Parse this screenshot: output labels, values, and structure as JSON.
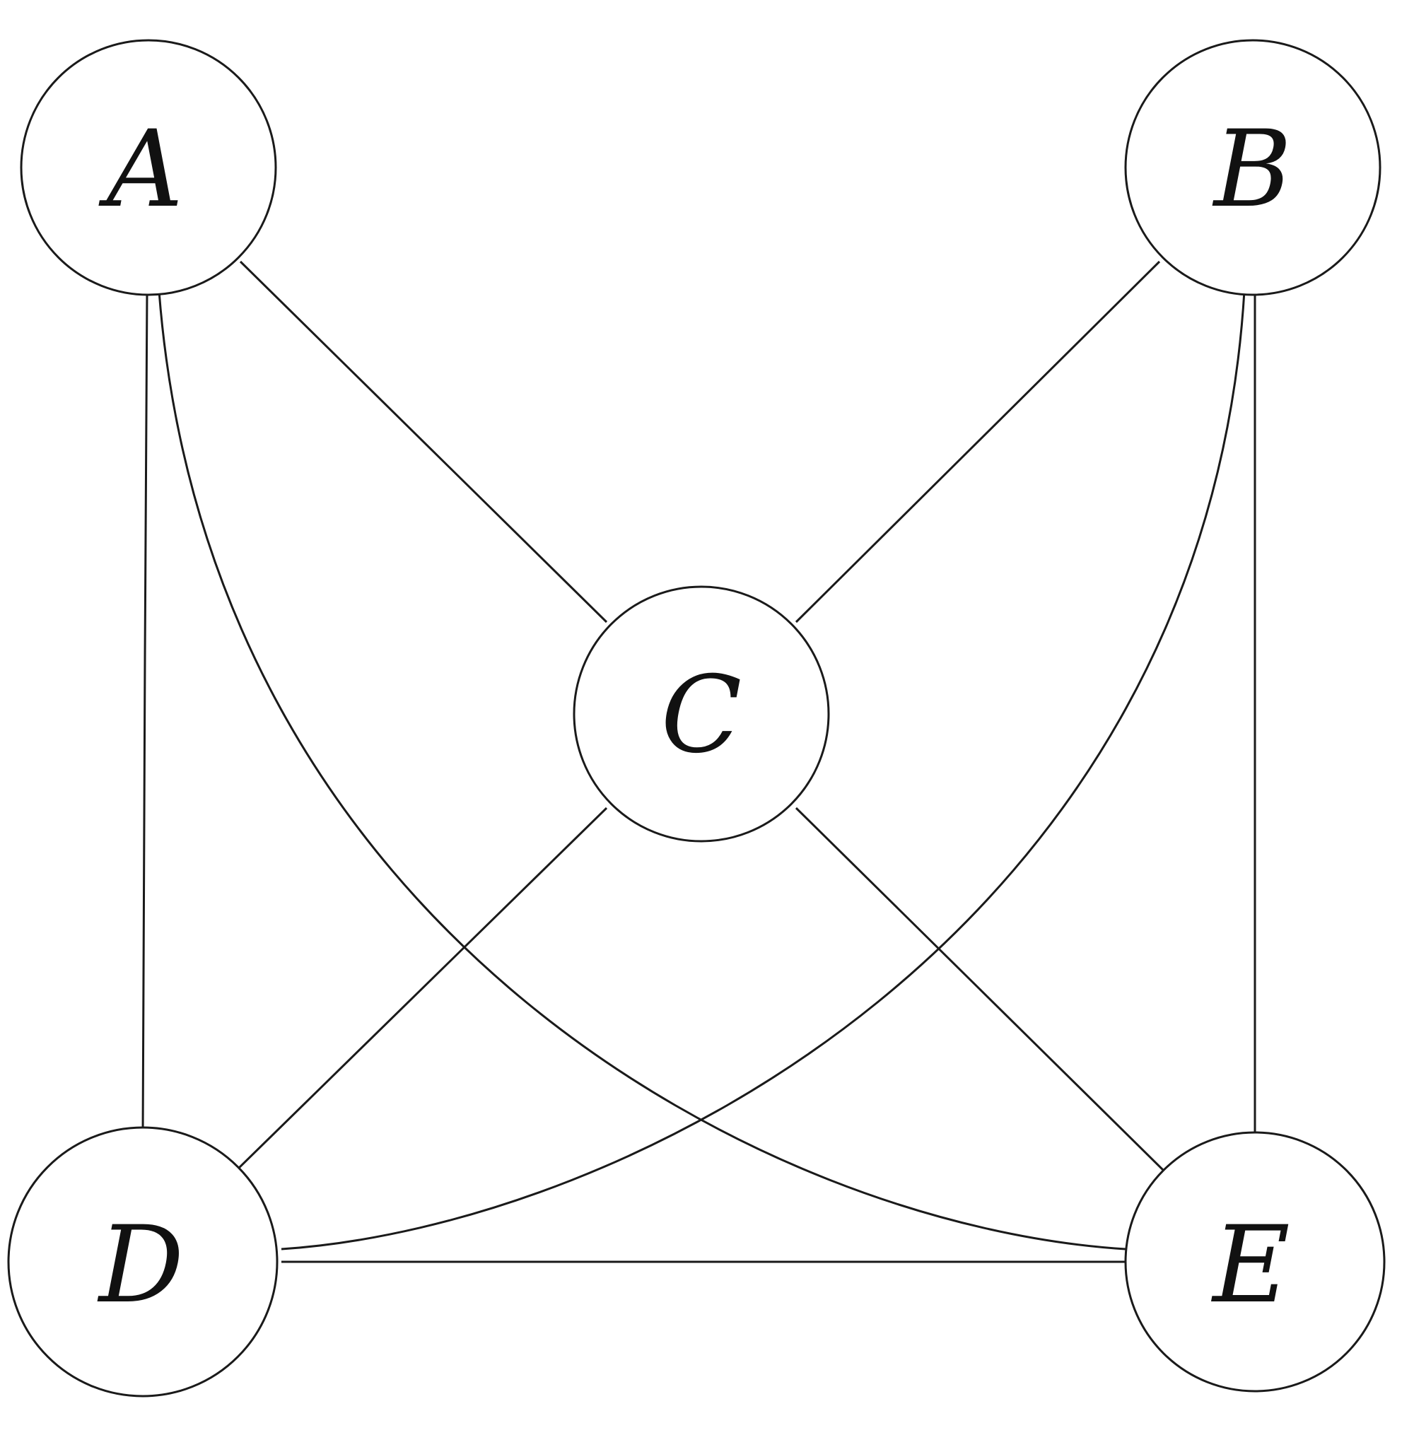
{
  "graph": {
    "nodes": [
      {
        "id": "A",
        "label": "A"
      },
      {
        "id": "B",
        "label": "B"
      },
      {
        "id": "C",
        "label": "C"
      },
      {
        "id": "D",
        "label": "D"
      },
      {
        "id": "E",
        "label": "E"
      }
    ],
    "edges": [
      {
        "from": "A",
        "to": "C",
        "style": "straight"
      },
      {
        "from": "B",
        "to": "C",
        "style": "straight"
      },
      {
        "from": "C",
        "to": "D",
        "style": "straight"
      },
      {
        "from": "C",
        "to": "E",
        "style": "straight"
      },
      {
        "from": "A",
        "to": "D",
        "style": "straight"
      },
      {
        "from": "B",
        "to": "E",
        "style": "straight"
      },
      {
        "from": "D",
        "to": "E",
        "style": "straight"
      },
      {
        "from": "A",
        "to": "E",
        "style": "curved"
      },
      {
        "from": "B",
        "to": "D",
        "style": "curved"
      }
    ]
  },
  "colors": {
    "stroke": "#1a1a1a",
    "background": "#ffffff"
  }
}
